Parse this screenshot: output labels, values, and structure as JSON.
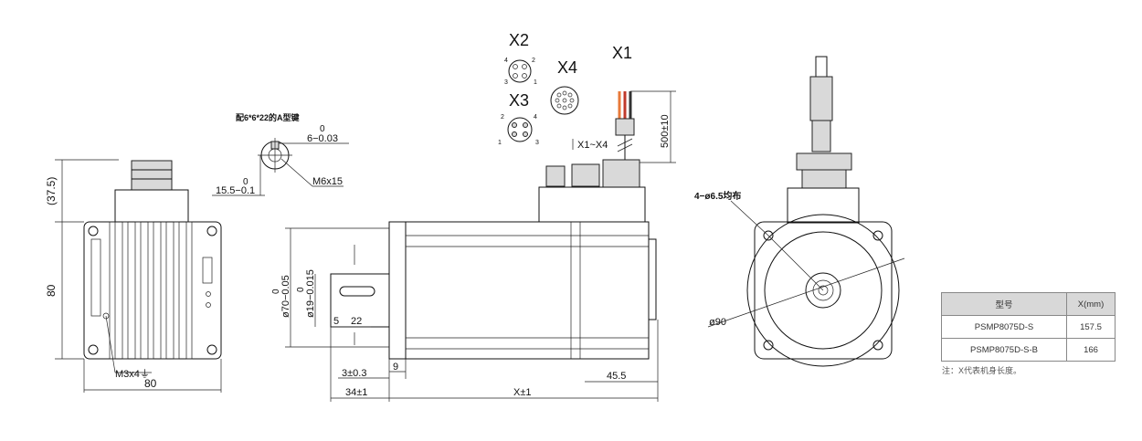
{
  "back_view": {
    "dim_height": "(37.5)",
    "dim_body": "80",
    "dim_width": "80",
    "screw_note": "M3x4⏚"
  },
  "key_detail": {
    "title": "配6*6*22的A型键",
    "tol_top_0": "0",
    "tol_top": "6−0.03",
    "tol_left_0": "0",
    "tol_left": "15.5−0.1",
    "thread": "M6x15"
  },
  "connectors": {
    "x1": "X1",
    "x2": "X2",
    "x3": "X3",
    "x4": "X4",
    "x2_pins": [
      "4",
      "2",
      "3",
      "1"
    ],
    "x3_pins": [
      "2",
      "4",
      "1",
      "3"
    ],
    "cable_tag": "X1~X4",
    "cable_len": "500±10"
  },
  "side_view": {
    "flange_dia_0": "0",
    "flange_dia": "ø70−0.05",
    "shaft_dia_0": "0",
    "shaft_dia": "ø19−0.015",
    "key_offset": "5",
    "key_len": "22",
    "flange_thk": "9",
    "pilot": "3±0.3",
    "shaft_len": "34±1",
    "body_len": "X±1",
    "conn_pos": "45.5"
  },
  "front_view": {
    "holes": "4−ø6.5均布",
    "pcd": "ø90"
  },
  "table": {
    "header": [
      "型号",
      "X(mm)"
    ],
    "rows": [
      [
        "PSMP8075D-S",
        "157.5"
      ],
      [
        "PSMP8075D-S-B",
        "166"
      ]
    ],
    "note": "注：X代表机身长度。"
  }
}
